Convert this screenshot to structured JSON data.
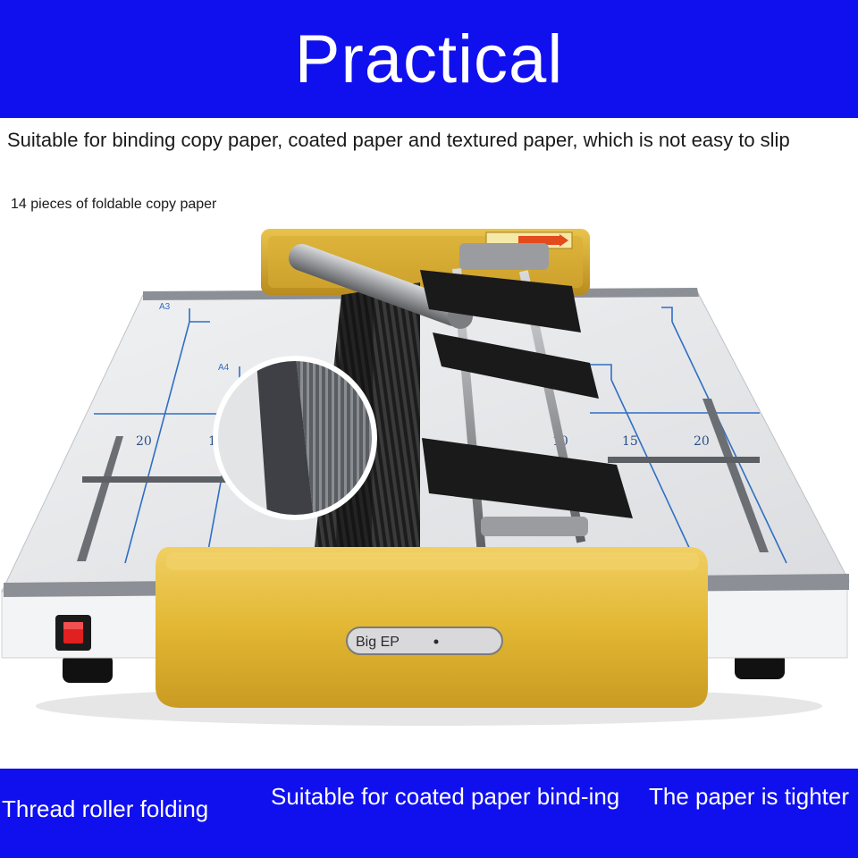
{
  "header": {
    "title": "Practical"
  },
  "description": "Suitable for binding copy paper, coated paper and textured paper, which is not easy to slip",
  "subtitle": "14 pieces of foldable copy paper",
  "product": {
    "brand_label": "Big EP",
    "paper_sizes": [
      "A3",
      "A4"
    ],
    "scale_labels": [
      "20",
      "1",
      "10",
      "15",
      "20"
    ],
    "colors": {
      "body_gold": "#e2b733",
      "tray_gray": "#e8e9eb",
      "roller_black": "#1b1b1b",
      "switch_red": "#e12020",
      "banner_blue": "#1010ee"
    }
  },
  "features": [
    {
      "label": "Thread roller folding"
    },
    {
      "label": "Suitable for coated paper bind-ing"
    },
    {
      "label": "The paper is tighter"
    }
  ]
}
